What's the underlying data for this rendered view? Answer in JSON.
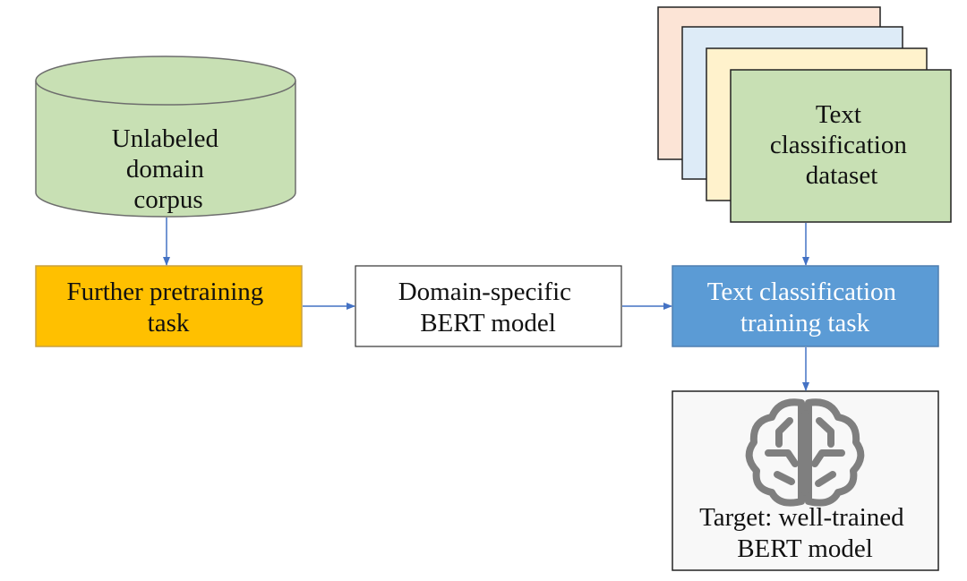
{
  "colors": {
    "corpus_fill": "#c8e0b4",
    "further_fill": "#ffc000",
    "further_border": "#c8a040",
    "bert_fill": "#ffffff",
    "training_fill": "#5b9bd5",
    "training_border": "#4f7fb0",
    "target_fill": "#f8f8f8",
    "sheet_1": "#fce4d6",
    "sheet_2": "#ddebf7",
    "sheet_3": "#fff2cc",
    "sheet_4": "#c8e0b4",
    "arrow": "#4472c4",
    "icon": "#7f7f7f"
  },
  "icons": {
    "target": "brain-circuit-icon"
  },
  "nodes": {
    "corpus": {
      "lines": [
        "Unlabeled",
        "domain",
        "corpus"
      ]
    },
    "further_pretraining": {
      "lines": [
        "Further pretraining",
        "task"
      ]
    },
    "domain_bert": {
      "lines": [
        "Domain-specific",
        "BERT model"
      ]
    },
    "dataset": {
      "lines": [
        "Text",
        "classification",
        "dataset"
      ]
    },
    "training": {
      "lines": [
        "Text classification",
        "training task"
      ]
    },
    "target": {
      "lines": [
        "Target: well-trained",
        "BERT model"
      ]
    }
  }
}
